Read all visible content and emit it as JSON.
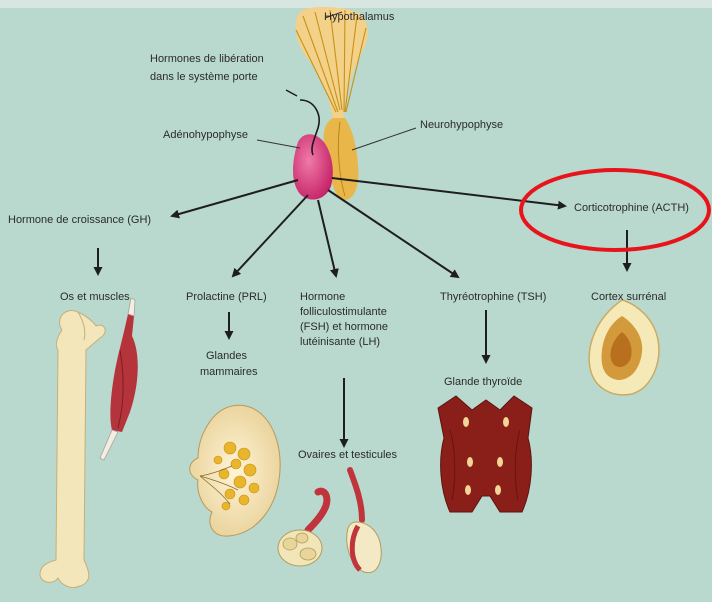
{
  "labels": {
    "hypothalamus": "Hypothalamus",
    "releasing_hormones_1": "Hormones de libération",
    "releasing_hormones_2": "dans le système porte",
    "adenohypophysis": "Adénohypophyse",
    "neurohypophysis": "Neurohypophyse",
    "growth_hormone": "Hormone de croissance (GH)",
    "corticotropin": "Corticotrophine (ACTH)",
    "bones_muscles": "Os et muscles",
    "prolactin": "Prolactine (PRL)",
    "mammary_1": "Glandes",
    "mammary_2": "mammaires",
    "fsh_lh_1": "Hormone",
    "fsh_lh_2": "folliculostimulante",
    "fsh_lh_3": "(FSH) et hormone",
    "fsh_lh_4": "lutéinisante (LH)",
    "ovaries_testes": "Ovaires et testicules",
    "thyrotropin": "Thyréotrophine (TSH)",
    "thyroid": "Glande thyroïde",
    "adrenal_cortex": "Cortex surrénal"
  },
  "highlight": {
    "target": "corticotropin",
    "color": "#e8141b"
  },
  "colors": {
    "background": "#b9d8ce",
    "anterior_pituitary": "#d8327a",
    "posterior_pituitary": "#e6b54a",
    "hypothalamus_fibers": "#d9a72c",
    "thyroid": "#8a1f1a",
    "muscle": "#b5333a",
    "bone": "#f1e5b8"
  }
}
